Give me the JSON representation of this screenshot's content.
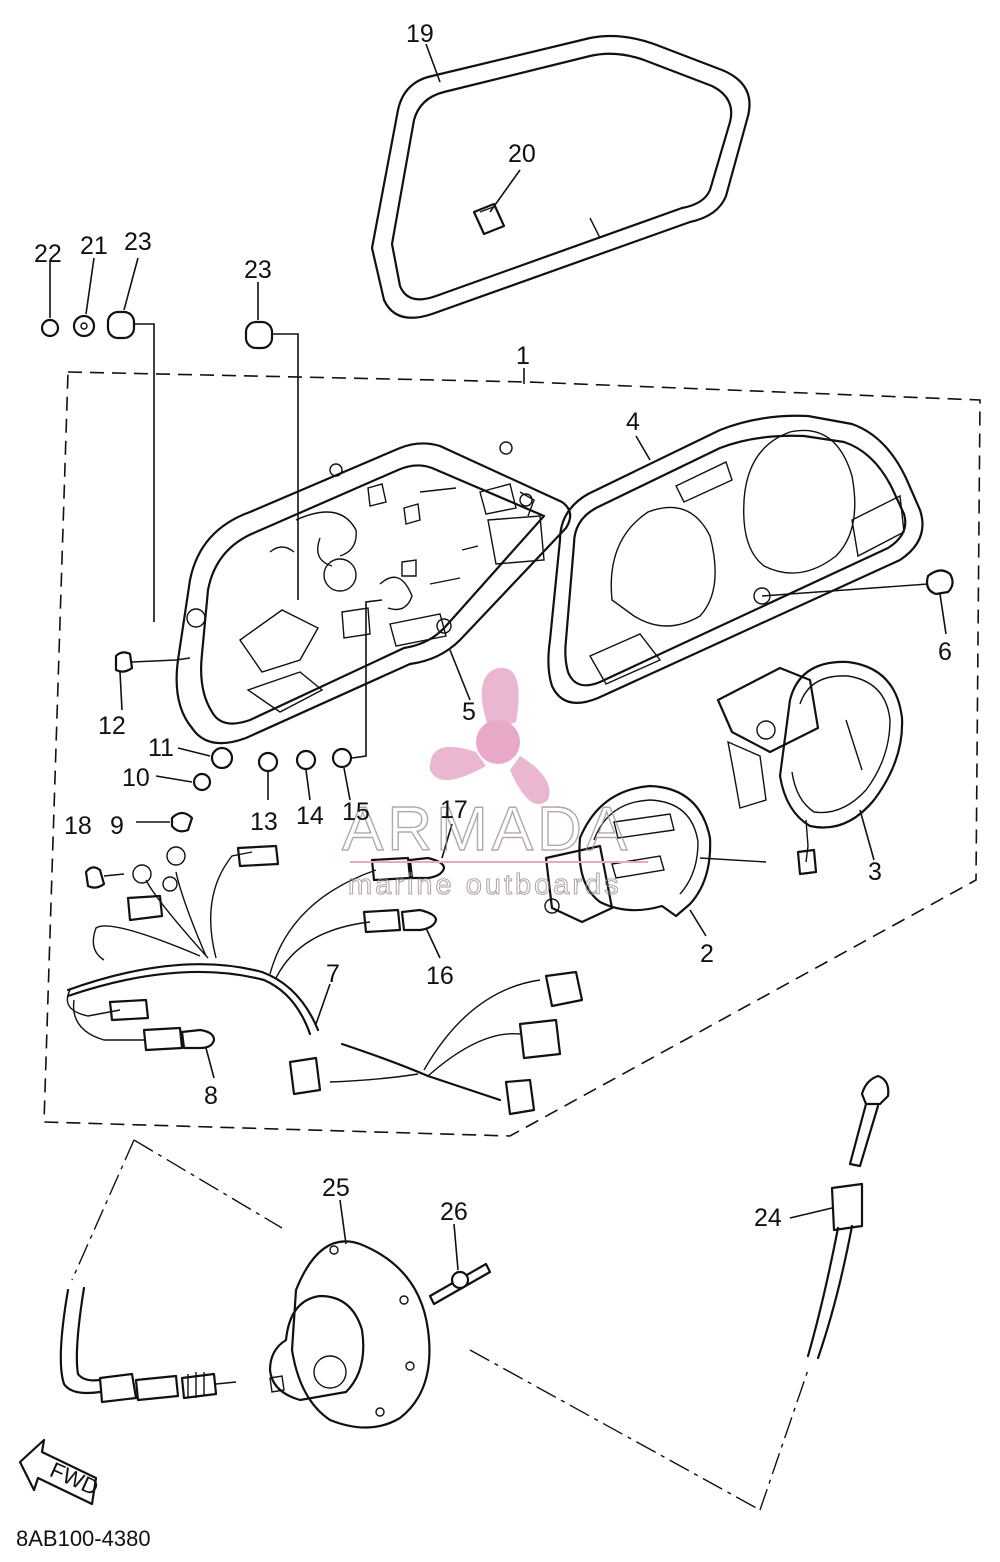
{
  "diagram": {
    "callouts": [
      {
        "id": "c1",
        "label": "1"
      },
      {
        "id": "c2",
        "label": "2"
      },
      {
        "id": "c3",
        "label": "3"
      },
      {
        "id": "c4",
        "label": "4"
      },
      {
        "id": "c5",
        "label": "5"
      },
      {
        "id": "c6",
        "label": "6"
      },
      {
        "id": "c7",
        "label": "7"
      },
      {
        "id": "c8",
        "label": "8"
      },
      {
        "id": "c9",
        "label": "9"
      },
      {
        "id": "c10",
        "label": "10"
      },
      {
        "id": "c11",
        "label": "11"
      },
      {
        "id": "c12",
        "label": "12"
      },
      {
        "id": "c13",
        "label": "13"
      },
      {
        "id": "c14",
        "label": "14"
      },
      {
        "id": "c15",
        "label": "15"
      },
      {
        "id": "c16",
        "label": "16"
      },
      {
        "id": "c17",
        "label": "17"
      },
      {
        "id": "c18",
        "label": "18"
      },
      {
        "id": "c19",
        "label": "19"
      },
      {
        "id": "c20",
        "label": "20"
      },
      {
        "id": "c21",
        "label": "21"
      },
      {
        "id": "c22",
        "label": "22"
      },
      {
        "id": "c23a",
        "label": "23"
      },
      {
        "id": "c23b",
        "label": "23"
      },
      {
        "id": "c24",
        "label": "24"
      },
      {
        "id": "c25",
        "label": "25"
      },
      {
        "id": "c26",
        "label": "26"
      }
    ],
    "fwd_label": "FWD",
    "drawing_code": "8AB100-4380"
  },
  "watermark": {
    "brand": "ARMADA",
    "tagline": "marine outboards",
    "color": "#e8a9c8"
  }
}
